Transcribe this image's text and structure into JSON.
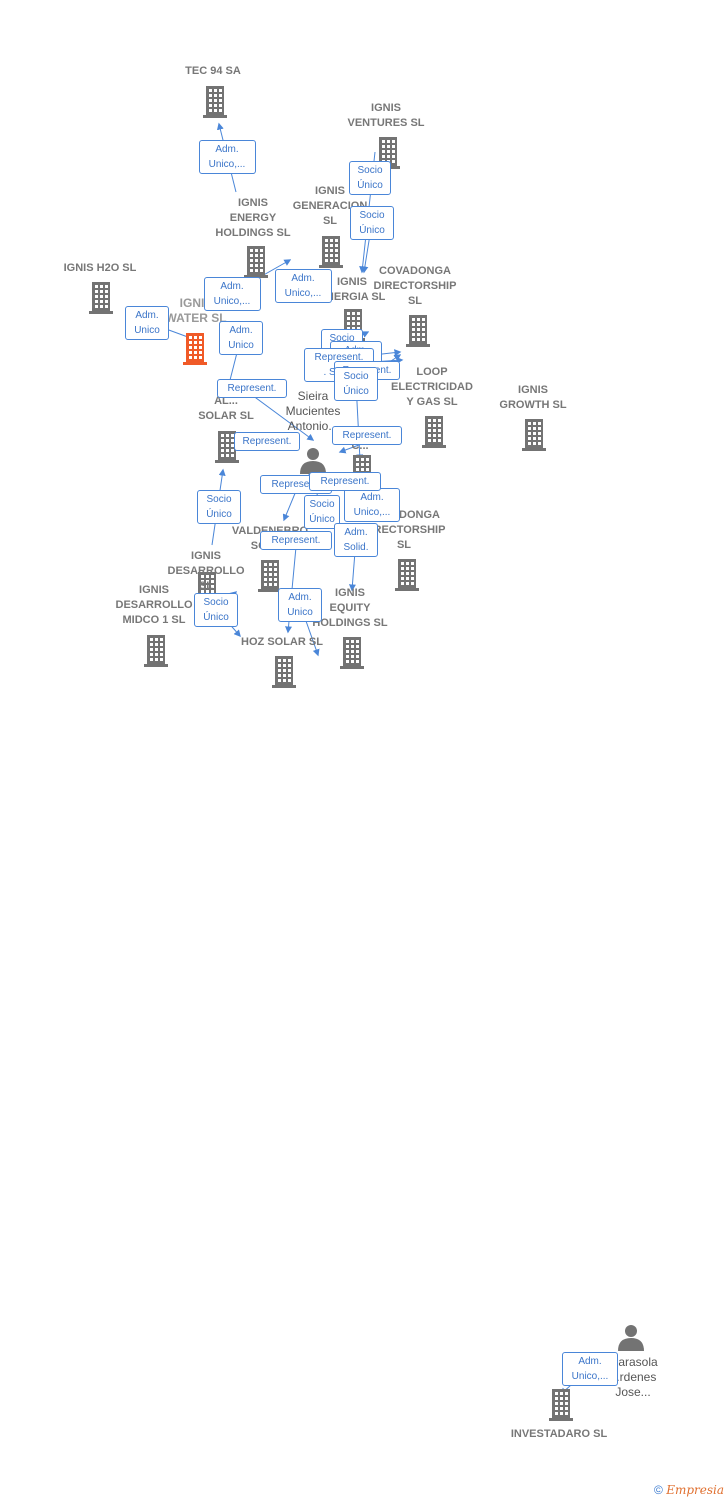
{
  "colors": {
    "company": "#737373",
    "main_company": "#f05a28",
    "person": "#737373",
    "edge": "#4a86d8"
  },
  "nodes": [
    {
      "id": "tec94",
      "label": "TEC 94 SA",
      "kind": "company"
    },
    {
      "id": "ventures",
      "label": "IGNIS\nVENTURES  SL",
      "kind": "company"
    },
    {
      "id": "generacion",
      "label": "IGNIS\nGENERACION\nSL",
      "kind": "company"
    },
    {
      "id": "energy",
      "label": "IGNIS\nENERGY\nHOLDINGS  SL",
      "kind": "company"
    },
    {
      "id": "h2o",
      "label": "IGNIS H2O  SL",
      "kind": "company"
    },
    {
      "id": "water",
      "label": "IGNIS\nWATER  SL",
      "kind": "main"
    },
    {
      "id": "energia",
      "label": "IGNIS\nENERGIA  SL",
      "kind": "company"
    },
    {
      "id": "covadonga",
      "label": "COVADONGA\nDIRECTORSHIP\nSL",
      "kind": "company"
    },
    {
      "id": "loop",
      "label": "LOOP\nELECTRICIDAD\nY GAS  SL",
      "kind": "company"
    },
    {
      "id": "growth",
      "label": "IGNIS\nGROWTH  SL",
      "kind": "company"
    },
    {
      "id": "alsolar",
      "label": "AL...\nSOLAR  SL",
      "kind": "company"
    },
    {
      "id": "sieira",
      "label": "Sieira\nMucientes\nAntonio...",
      "kind": "person"
    },
    {
      "id": "ignisc",
      "label": "IGNIS\nC...",
      "kind": "company"
    },
    {
      "id": "covadonga2",
      "label": "COVADONGA\nDIRECTORSHIP\nSL",
      "kind": "company"
    },
    {
      "id": "valdenebro",
      "label": "VALDENEBRO\nSOLAR",
      "kind": "company"
    },
    {
      "id": "desarrollo",
      "label": "IGNIS\nDESARROLLO\nSL",
      "kind": "company"
    },
    {
      "id": "midco",
      "label": "IGNIS\nDESARROLLO\nMIDCO 1  SL",
      "kind": "company"
    },
    {
      "id": "equity",
      "label": "IGNIS\nEQUITY\nHOLDINGS  SL",
      "kind": "company"
    },
    {
      "id": "hoz",
      "label": "HOZ SOLAR SL",
      "kind": "company"
    },
    {
      "id": "arasola",
      "label": "...arasola\n...rdenes\nJose...",
      "kind": "person"
    },
    {
      "id": "investadaro",
      "label": "INVESTADARO SL",
      "kind": "company"
    }
  ],
  "relations": [
    {
      "label": "Adm.\nUnico,..."
    },
    {
      "label": "Socio\nÚnico"
    },
    {
      "label": "Socio\nÚnico"
    },
    {
      "label": "Adm.\nUnico,..."
    },
    {
      "label": "Adm.\nUnico,..."
    },
    {
      "label": "Adm.\nUnico"
    },
    {
      "label": "Adm.\nUnico"
    },
    {
      "label": "Socio\nÚnico"
    },
    {
      "label": "Adm.\nUnico"
    },
    {
      "label": "Represent.\n. Soc..."
    },
    {
      "label": "Represent."
    },
    {
      "label": "Represent."
    },
    {
      "label": "Socio\nÚnico"
    },
    {
      "label": "Represent."
    },
    {
      "label": "Represent."
    },
    {
      "label": "Socio\nÚnico"
    },
    {
      "label": "Represent."
    },
    {
      "label": "Socio\nÚnico"
    },
    {
      "label": "Adm.\nUnico,..."
    },
    {
      "label": "Represent."
    },
    {
      "label": "Adm.\nSolid."
    },
    {
      "label": "Represent."
    },
    {
      "label": "Socio\nÚnico"
    },
    {
      "label": "Adm.\nUnico"
    },
    {
      "label": "Adm.\nUnico,..."
    }
  ],
  "footer": {
    "copyright": "©",
    "brand": "Empresia"
  }
}
